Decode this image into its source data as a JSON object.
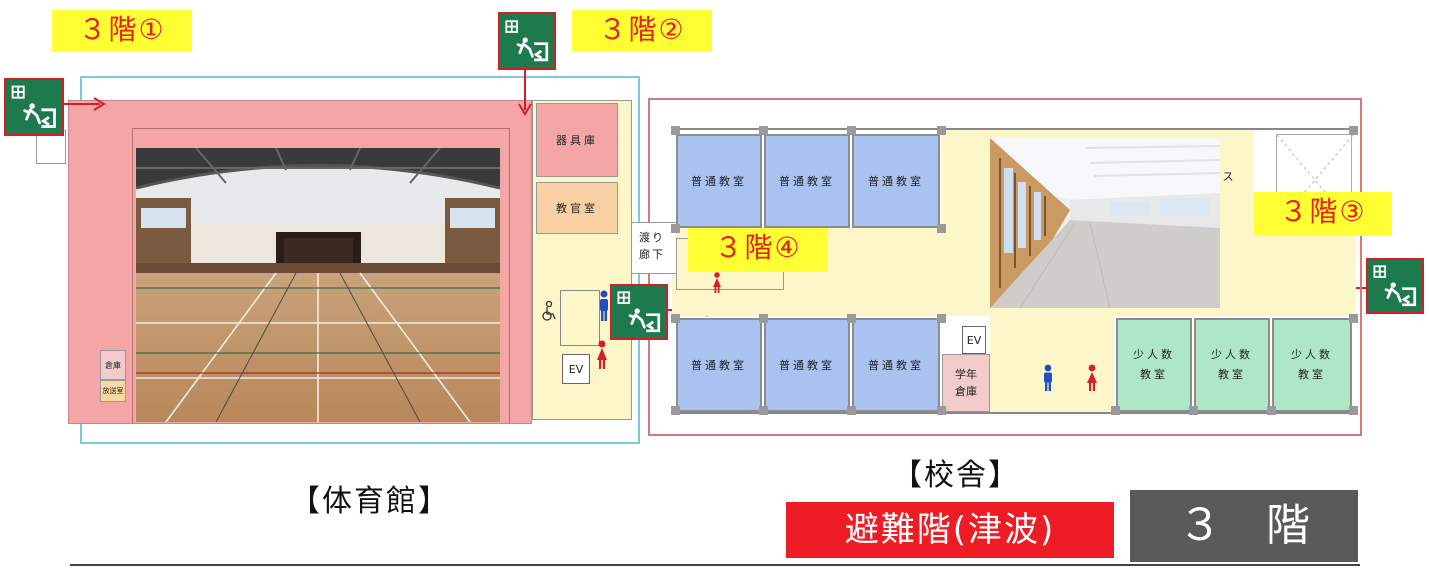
{
  "labels": {
    "gym_area_1": "３階①",
    "gym_area_2": "３階②",
    "school_area_3": "３階③",
    "school_area_4": "３階④"
  },
  "rooms": {
    "equipment_storage": "器具庫",
    "teacher_room": "教官室",
    "corridor_line1": "渡り",
    "corridor_line2": "廊下",
    "elevator": "EV",
    "storage_small": "倉庫",
    "broadcast_room": "放送室",
    "grade_storage_line1": "学年",
    "grade_storage_line2": "倉庫",
    "classroom_top": [
      "普通教室",
      "普通教室",
      "普通教室"
    ],
    "classroom_bottom": [
      "普通教室",
      "普通教室",
      "普通教室"
    ],
    "small_classrooms": [
      "少人数\n教室",
      "少人数\n教室",
      "少人数\n教室"
    ],
    "space_fragment": "ス"
  },
  "captions": {
    "gym": "【体育館】",
    "school": "【校舎】"
  },
  "badge": {
    "evacuation": "避難階(津波)",
    "floor": "３　階"
  },
  "icons": [
    "emergency-exit-icon",
    "arrow-icon",
    "male-restroom-icon",
    "female-restroom-icon",
    "wheelchair-icon"
  ],
  "colors": {
    "gym_fill": "#f4a6a6",
    "classroom_fill": "#a9c3f0",
    "small_classroom_fill": "#aee7c8",
    "corridor_fill": "#fdf6c8",
    "label_bg": "#ffff33",
    "label_text": "#e8201a",
    "exit_green": "#1d7a4c",
    "badge_red": "#ee1c25",
    "badge_gray": "#5a5a5a"
  }
}
